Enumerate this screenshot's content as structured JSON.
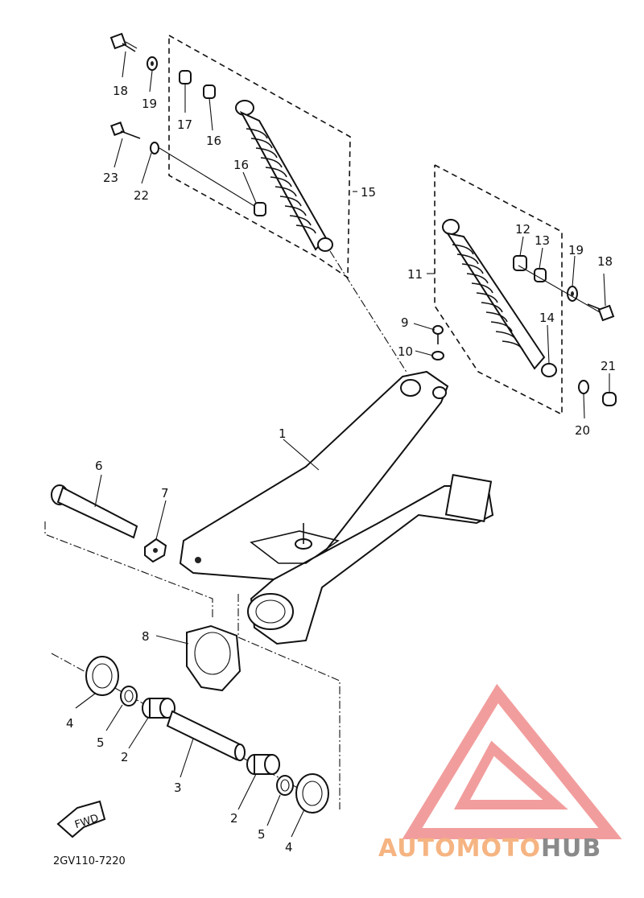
{
  "diagram": {
    "drawing_code": "2GV110-7220",
    "fwd_label": "FWD",
    "part_labels": [
      {
        "text": "18",
        "part": "bolt"
      },
      {
        "text": "19",
        "part": "washer"
      },
      {
        "text": "17",
        "part": "collar"
      },
      {
        "text": "16",
        "part": "bushing"
      },
      {
        "text": "23",
        "part": "bolt"
      },
      {
        "text": "22",
        "part": "nut"
      },
      {
        "text": "16",
        "part": "bushing"
      },
      {
        "text": "15",
        "part": "rear shock absorber assembly"
      },
      {
        "text": "12",
        "part": "bushing"
      },
      {
        "text": "13",
        "part": "collar"
      },
      {
        "text": "19",
        "part": "washer"
      },
      {
        "text": "18",
        "part": "bolt"
      },
      {
        "text": "11",
        "part": "rear shock absorber assembly"
      },
      {
        "text": "9",
        "part": "bolt"
      },
      {
        "text": "10",
        "part": "nut"
      },
      {
        "text": "14",
        "part": "bushing"
      },
      {
        "text": "21",
        "part": "nut"
      },
      {
        "text": "20",
        "part": "washer"
      },
      {
        "text": "1",
        "part": "rear arm"
      },
      {
        "text": "6",
        "part": "pivot shaft"
      },
      {
        "text": "7",
        "part": "nut"
      },
      {
        "text": "8",
        "part": "cover"
      },
      {
        "text": "4",
        "part": "oil seal"
      },
      {
        "text": "5",
        "part": "thrust washer"
      },
      {
        "text": "2",
        "part": "bearing"
      },
      {
        "text": "3",
        "part": "collar"
      },
      {
        "text": "2",
        "part": "bearing"
      },
      {
        "text": "5",
        "part": "thrust washer"
      },
      {
        "text": "4",
        "part": "oil seal"
      }
    ]
  },
  "watermark": {
    "brand_part1": "AUTOMOTO",
    "brand_part2": "HUB",
    "color_part1": "#f5b482",
    "color_part2": "#8a8a8a",
    "logo_color": "#f08c8c"
  }
}
